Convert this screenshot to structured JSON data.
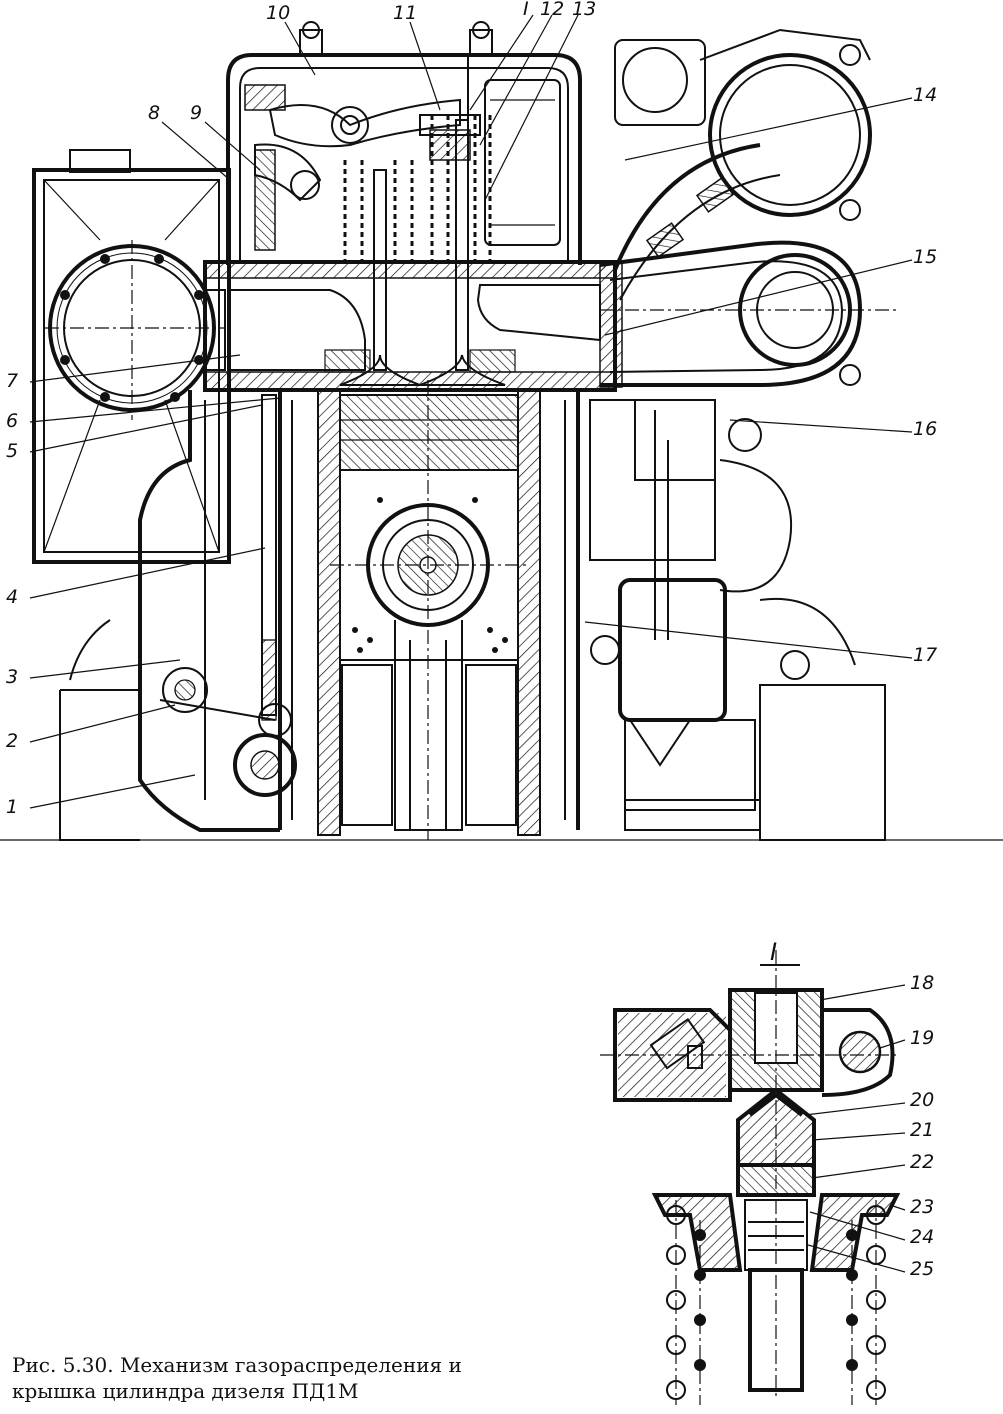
{
  "figure": {
    "caption_line1": "Рис.  5.30.  Механизм  газораспределения  и",
    "caption_line2": "крышка цилиндра дизеля ПД1М",
    "detail_label": "I"
  },
  "callouts": {
    "c1": "1",
    "c2": "2",
    "c3": "3",
    "c4": "4",
    "c5": "5",
    "c6": "6",
    "c7": "7",
    "c8": "8",
    "c9": "9",
    "c10": "10",
    "c11": "11",
    "cI": "I",
    "c12": "12",
    "c13": "13",
    "c14": "14",
    "c15": "15",
    "c16": "16",
    "c17": "17",
    "c18": "18",
    "c19": "19",
    "c20": "20",
    "c21": "21",
    "c22": "22",
    "c23": "23",
    "c24": "24",
    "c25": "25"
  }
}
